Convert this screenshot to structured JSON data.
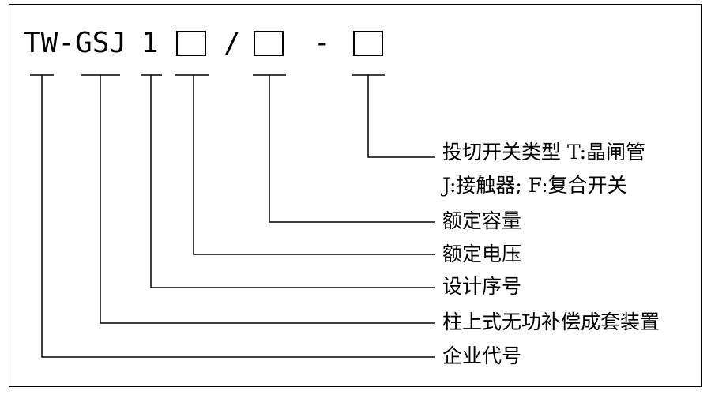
{
  "code": {
    "prefix": "TW-GSJ",
    "digit": "1",
    "slash": "/",
    "dash": "-"
  },
  "labels": {
    "switch_type_line1": "投切开关类型 T:晶闸管",
    "switch_type_line2": "J:接触器; F:复合开关",
    "rated_capacity": "额定容量",
    "rated_voltage": "额定电压",
    "design_serial": "设计序号",
    "product_type": "柱上式无功补偿成套装置",
    "company_code": "企业代号"
  }
}
